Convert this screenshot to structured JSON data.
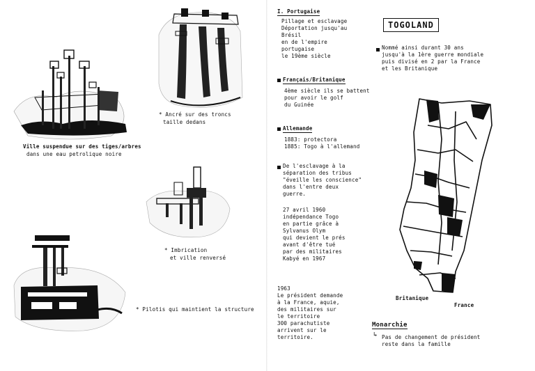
{
  "left_page": {
    "captions": [
      {
        "line1": "Ville suspendue sur des tiges/arbres",
        "line2": "dans une eau petrolique noire"
      },
      {
        "line1": "* Ancré sur des troncs",
        "line2": "taille dedans"
      },
      {
        "line1": "* Imbrication",
        "line2": "et ville renversé"
      },
      {
        "line1": "* Pilotis qui maintient la structure",
        "line2": ""
      }
    ]
  },
  "right_page": {
    "sections": [
      {
        "heading": "I. Portugaise",
        "body": "Pillage et esclavage\nDéportation jusqu'au\nBrésil\nen de l'empire\nportugaise\nle 19ème siècle"
      },
      {
        "heading": "Français/Britanique",
        "body": "4ème siècle ils se battent\npour avoir le golf\ndu Guinée"
      },
      {
        "heading": "Allemande",
        "body": "1883: protectora\n1885: Togo à l'allemand"
      },
      {
        "heading": "",
        "body": "De l'esclavage à la\nséparation des tribus\n\"éveille les conscience\"\ndans l'entre deux\nguerre."
      },
      {
        "heading": "",
        "body": "27 avril 1960\nindépendance Togo\nen partie grâce à\nSylvanus Olym\nqui devient le prés\navant d'être tué\npar des militaires\nKabyé en 1967"
      },
      {
        "heading": "",
        "body": "1963\nLe président demande\nà la France, aquie,\ndes militaires sur\nle territoire\n300 parachutiste\narrivent sur le\nterritoire."
      }
    ],
    "togoland": {
      "title": "TOGOLAND",
      "note": "Nommé ainsi durant 30 ans\njusqu'à la 1ère guerre mondiale\npuis divisé en 2 par la France\net les Britanique",
      "map_label_left": "Britanique",
      "map_label_right": "France"
    },
    "monarchie": {
      "heading": "Monarchie",
      "body": "Pas de changement de président\nreste dans la famille"
    }
  }
}
